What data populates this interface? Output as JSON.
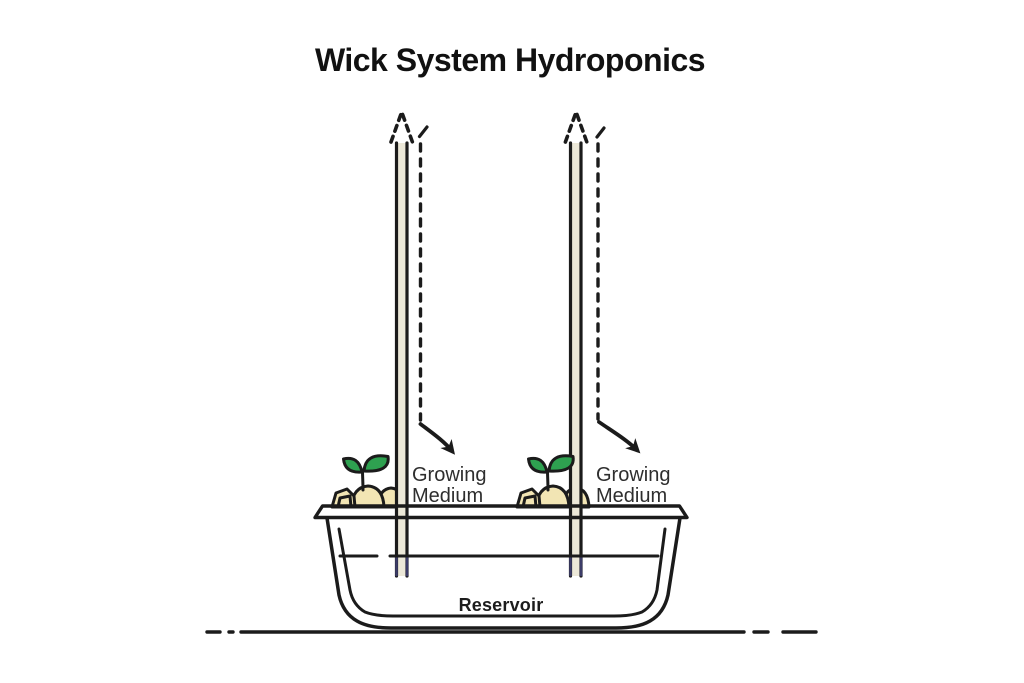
{
  "title": "Wick System Hydroponics",
  "labels": {
    "growing_medium": {
      "line1": "Growing",
      "line2": "Medium"
    },
    "reservoir": "Reservoir"
  },
  "colors": {
    "ink": "#1b1b1b",
    "wick_fill": "#ece8d8",
    "leaf_green": "#2ea150",
    "medium_tan": "#f2e5b4",
    "underwater_tint": "#3c3c68",
    "label_text": "#2e2e2e",
    "background": "#ffffff"
  }
}
